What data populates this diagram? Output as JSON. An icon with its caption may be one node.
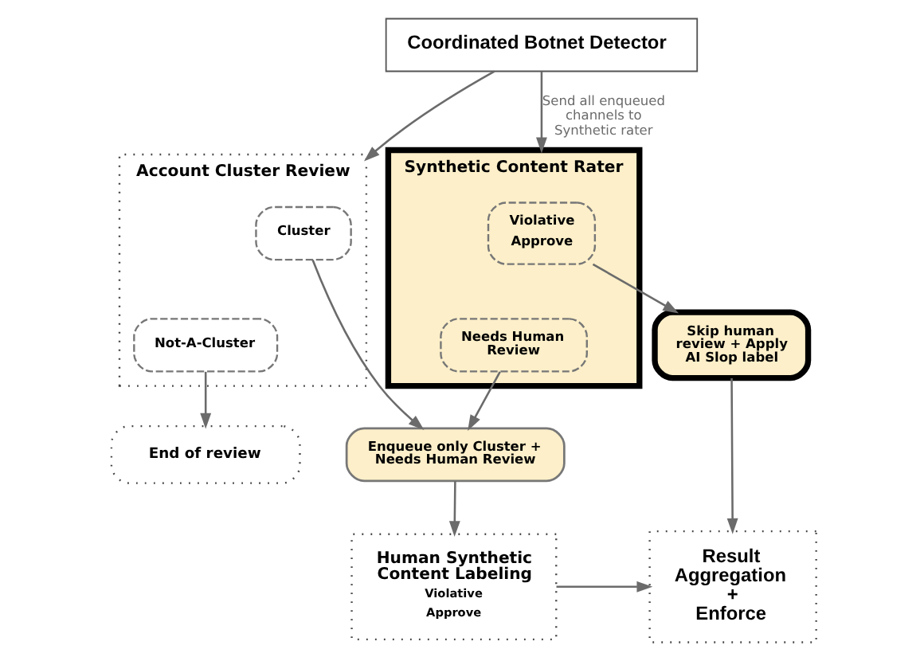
{
  "diagram": {
    "nodes": [
      {
        "text": [
          "Coordinated Botnet Detector"
        ]
      },
      {
        "text": [
          "Synthetic Content Rater"
        ]
      },
      {
        "text": [
          "Violative",
          "Approve"
        ],
        "in": 1
      },
      {
        "text": [
          "Needs Human Review"
        ],
        "in": 1
      },
      {
        "text": [
          "Skip human review + Apply AI Slop label"
        ]
      },
      {
        "text": [
          "Account Cluster Review"
        ]
      },
      {
        "text": [
          "Cluster"
        ],
        "in": 5
      },
      {
        "text": [
          "Not-A-Cluster"
        ],
        "in": 5
      },
      {
        "text": [
          "Enqueue only Cluster + Needs Human Review"
        ]
      },
      {
        "text": [
          "Human Synthetic Content Labeling",
          "Violative",
          "Approve"
        ]
      },
      {
        "text": [
          "End of review"
        ]
      },
      {
        "text": [
          "Result Aggregation + Enforce"
        ]
      }
    ],
    "edges": [
      {
        "from": 0,
        "to": 1,
        "arrow": "to",
        "label": "Send all enqueued channels to Synthetic rater"
      },
      {
        "from": 0,
        "to": 5,
        "arrow": "to"
      },
      {
        "from": 2,
        "to": 4,
        "arrow": "to"
      },
      {
        "from": 3,
        "to": 8,
        "arrow": "to"
      },
      {
        "from": 6,
        "to": 8,
        "arrow": "to"
      },
      {
        "from": 7,
        "to": 10,
        "arrow": "to"
      },
      {
        "from": 8,
        "to": 9,
        "arrow": "to"
      },
      {
        "from": 9,
        "to": 11,
        "arrow": "to"
      },
      {
        "from": 4,
        "to": 11,
        "arrow": "to"
      }
    ]
  }
}
